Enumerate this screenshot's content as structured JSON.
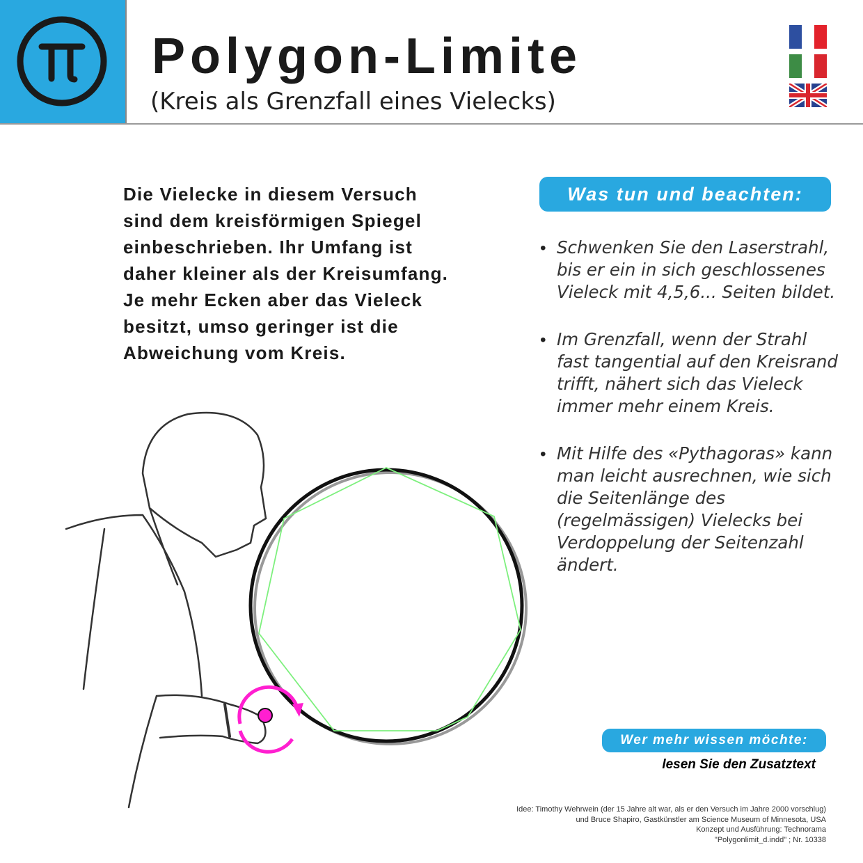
{
  "header": {
    "title": "Polygon-Limite",
    "subtitle": "(Kreis als Grenzfall eines Vielecks)",
    "logo_icon": "pi-icon",
    "logo_color": "#29a8e0",
    "language_flags": [
      "french-flag",
      "italian-flag",
      "uk-flag"
    ]
  },
  "intro": "Die Vielecke in diesem Versuch sind dem kreisförmigen Spiegel einbeschrieben. Ihr Umfang ist daher kleiner als der Kreisumfang. Je mehr Ecken aber das Vieleck besitzt, umso geringer ist die Abweichung vom Kreis.",
  "instructions": {
    "heading": "Was tun und beachten:",
    "items": [
      "Schwenken Sie den Laserstrahl, bis er ein in sich geschlossenes Vieleck mit 4,5,6... Seiten bildet.",
      "Im Grenzfall, wenn der Strahl fast tangential auf den Kreisrand trifft, nähert sich das Vieleck immer mehr einem Kreis.",
      "Mit Hilfe des «Pythagoras» kann man leicht ausrechnen, wie sich die Seitenlänge des (regelmässigen) Vielecks bei Verdoppelung der Seitenzahl ändert."
    ]
  },
  "more_info": {
    "heading": "Wer mehr wissen möchte:",
    "text": "lesen Sie den Zusatztext"
  },
  "credits": [
    "Idee: Timothy Wehrwein (der 15 Jahre alt war, als er den Versuch im Jahre 2000 vorschlug)",
    "und Bruce Shapiro, Gastkünstler am Science Museum of Minnesota, USA",
    "Konzept und Ausführung: Technorama",
    "\"Polygonlimit_d.indd\" ; Nr. 10338"
  ],
  "colors": {
    "accent": "#29a8e0",
    "laser": "#7ef07e",
    "rotation_arrow": "#ff1fd0"
  }
}
